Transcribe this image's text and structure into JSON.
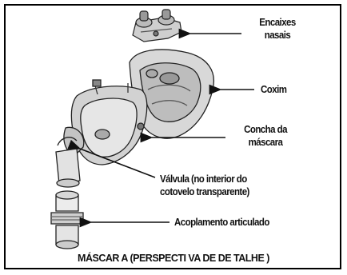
{
  "labels": {
    "nasal_inserts_1": "Encaixes",
    "nasal_inserts_2": "nasais",
    "cushion": "Coxim",
    "shell_1": "Concha da",
    "shell_2": "máscara",
    "valve_1": "Válvula (no interior do",
    "valve_2": "cotovelo transparente)",
    "swivel": "Acoplamento articulado"
  },
  "caption": "MÁSCAR A (PERSPECTI VA DE DE TALHE )"
}
